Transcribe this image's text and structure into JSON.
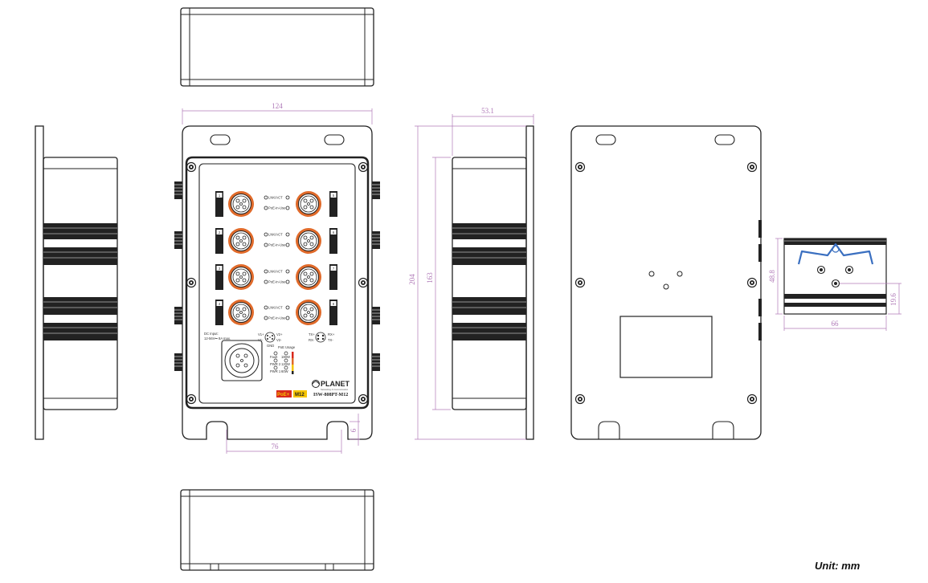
{
  "unit_label": "Unit: mm",
  "colors": {
    "outline": "#222222",
    "dimension": "#b07ab8",
    "port_ring": "#e06a2a",
    "brand_yellow": "#f5c400",
    "brand_red": "#d8281c"
  },
  "dimensions": {
    "front_width": "124",
    "front_slot_spacing": "76",
    "front_slot_height": "6",
    "side_depth": "53.1",
    "side_height_total": "204",
    "side_height_body": "163",
    "din_height": "48.8",
    "din_hole_offset": "19.6",
    "din_width": "66"
  },
  "front_panel": {
    "ports": [
      {
        "number": "1",
        "led_link": "LNK/ACT",
        "led_poe": "PoE-in-Use"
      },
      {
        "number": "2",
        "led_link": "LNK/ACT",
        "led_poe": "PoE-in-Use"
      },
      {
        "number": "3",
        "led_link": "LNK/ACT",
        "led_poe": "PoE-in-Use"
      },
      {
        "number": "4",
        "led_link": "LNK/ACT",
        "led_poe": "PoE-in-Use"
      },
      {
        "number": "5"
      },
      {
        "number": "6"
      },
      {
        "number": "7"
      },
      {
        "number": "8"
      }
    ],
    "dc_input_line1": "DC Input:",
    "dc_input_line2": "12-56V⎓ 8A max.",
    "power_pins": {
      "v1_plus": "V1+",
      "v1_minus": "V1-",
      "v2_plus": "V2+",
      "v2_minus": "V2-",
      "gnd": "GND"
    },
    "console_pins": {
      "tx_plus": "TX+",
      "rx_plus": "RX+",
      "rx_minus": "RX-",
      "tx_minus": "TX-"
    },
    "poe_usage_title": "PoE Usage",
    "poe_leds": [
      "Fault",
      "PWR 2",
      "PWR 1",
      "180W",
      "120W",
      "60W"
    ],
    "brand": "PLANET",
    "brand_tagline": "Networking & Communication",
    "model": "ISW-808PT-M12",
    "badge_poe": "PoE+",
    "badge_m12": "M12"
  }
}
